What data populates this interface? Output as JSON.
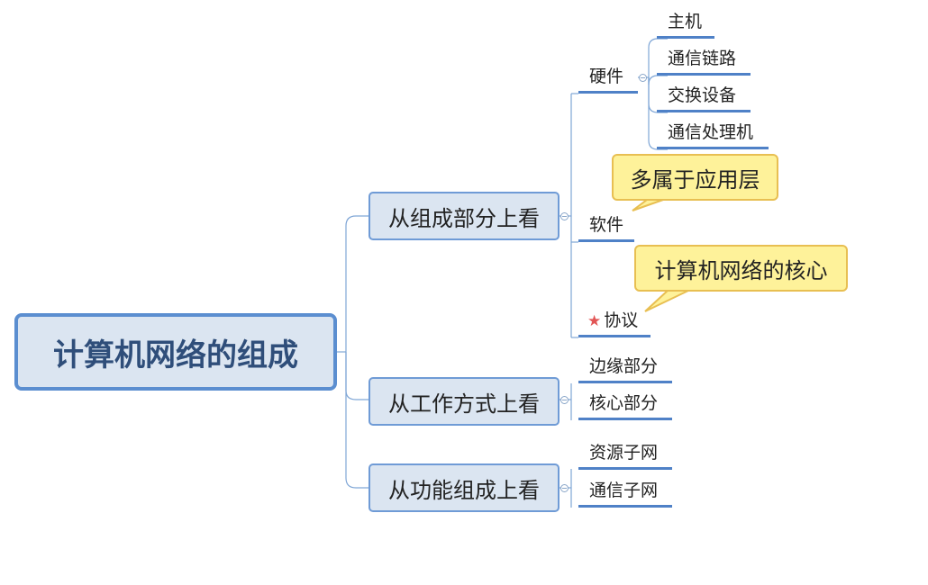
{
  "root": {
    "label": "计算机网络的组成"
  },
  "branches": [
    {
      "label": "从组成部分上看",
      "children": [
        {
          "label": "硬件",
          "children": [
            "主机",
            "通信链路",
            "交换设备",
            "通信处理机"
          ]
        },
        {
          "label": "软件",
          "note": "多属于应用层"
        },
        {
          "label": "协议",
          "note": "计算机网络的核心",
          "marker": "star-icon"
        }
      ]
    },
    {
      "label": "从工作方式上看",
      "children": [
        "边缘部分",
        "核心部分"
      ]
    },
    {
      "label": "从功能组成上看",
      "children": [
        "资源子网",
        "通信子网"
      ]
    }
  ],
  "colors": {
    "node_fill": "#dbe5f1",
    "node_border": "#5b8ed0",
    "leaf_underline": "#4f81c7",
    "callout_fill": "#fef29a",
    "callout_border": "#e8bf52",
    "marker_star": "#e25555"
  }
}
